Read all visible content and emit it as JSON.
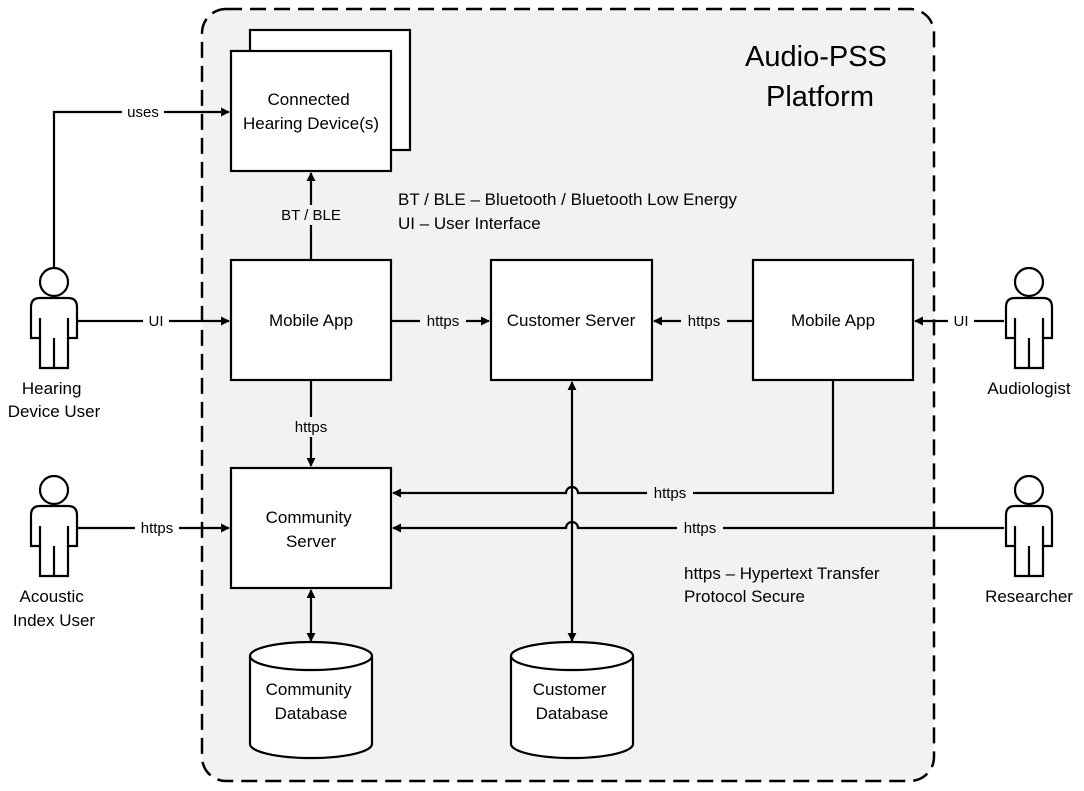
{
  "platform": {
    "title_lines": [
      "Audio-PSS",
      "Platform"
    ],
    "colors": {
      "platform_fill": "#f2f2f2",
      "stroke": "#000000",
      "box_fill": "#ffffff"
    }
  },
  "nodes": {
    "hearing_device": {
      "lines": [
        "Connected",
        "Hearing Device(s)"
      ]
    },
    "mobile_app_left": {
      "lines": [
        "Mobile App"
      ]
    },
    "customer_server": {
      "lines": [
        "Customer Server"
      ]
    },
    "mobile_app_right": {
      "lines": [
        "Mobile App"
      ]
    },
    "community_server": {
      "lines": [
        "Community",
        "Server"
      ]
    },
    "community_db": {
      "lines": [
        "Community",
        "Database"
      ]
    },
    "customer_db": {
      "lines": [
        "Customer",
        "Database"
      ]
    }
  },
  "actors": {
    "hearing_device_user": {
      "lines": [
        "Hearing",
        "Device User"
      ]
    },
    "audiologist": {
      "lines": [
        "Audiologist"
      ]
    },
    "acoustic_index_user": {
      "lines": [
        "Acoustic",
        "Index User"
      ]
    },
    "researcher": {
      "lines": [
        "Researcher"
      ]
    }
  },
  "edge_labels": {
    "uses": "uses",
    "bt_ble": "BT / BLE",
    "ui_left": "UI",
    "ui_right": "UI",
    "https_app_customer": "https",
    "https_right_customer": "https",
    "https_app_community": "https",
    "https_acoustic": "https",
    "https_right_community": "https",
    "https_researcher": "https"
  },
  "notes": {
    "bt_note": [
      "BT / BLE – Bluetooth / Bluetooth Low Energy",
      "UI – User Interface"
    ],
    "https_note": [
      "https – Hypertext Transfer",
      "Protocol Secure"
    ]
  }
}
